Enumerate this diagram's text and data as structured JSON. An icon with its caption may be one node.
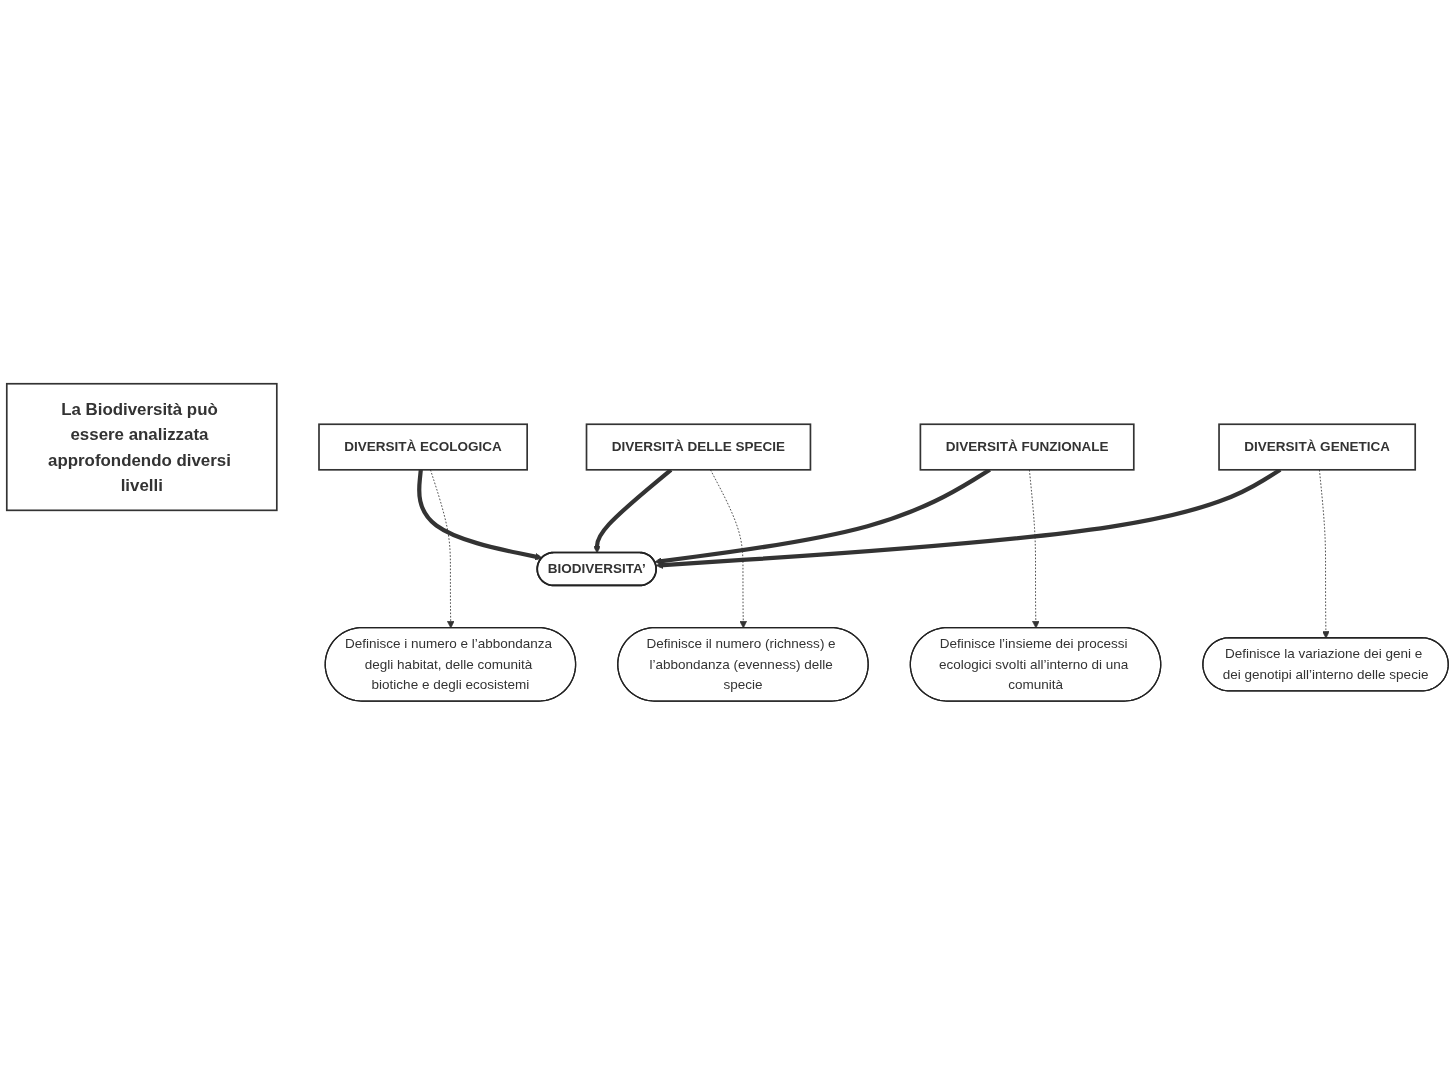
{
  "diagram": {
    "nodes": [
      {
        "text": [
          "La Biodiversità può essere analizzata approfondendo diversi livelli"
        ]
      },
      {
        "text": [
          "DIVERSITÀ ECOLOGICA"
        ]
      },
      {
        "text": [
          "DIVERSITÀ DELLE SPECIE"
        ]
      },
      {
        "text": [
          "DIVERSITÀ FUNZIONALE"
        ]
      },
      {
        "text": [
          "DIVERSITÀ GENETICA"
        ]
      },
      {
        "text": [
          "BIODIVERSITA’"
        ]
      },
      {
        "text": [
          "Definisce i numero e l’abbondanza degli habitat, delle comunità biotiche e degli ecosistemi"
        ]
      },
      {
        "text": [
          "Definisce la variazione dei geni e dei genotipi all’interno delle specie"
        ]
      },
      {
        "text": [
          "Definisce il numero (richness) e l’abbondanza (evenness) delle specie"
        ]
      },
      {
        "text": [
          "Definisce l’insieme dei processi ecologici svolti all’interno di una comunità"
        ]
      }
    ],
    "edges": [
      {
        "from": 1,
        "to": 5,
        "arrow": "to",
        "style": "thick"
      },
      {
        "from": 2,
        "to": 5,
        "arrow": "to",
        "style": "thick"
      },
      {
        "from": 3,
        "to": 5,
        "arrow": "to",
        "style": "thick"
      },
      {
        "from": 4,
        "to": 5,
        "arrow": "to",
        "style": "thick"
      },
      {
        "from": 1,
        "to": 6,
        "arrow": "to",
        "style": "dashed"
      },
      {
        "from": 2,
        "to": 8,
        "arrow": "to",
        "style": "dashed"
      },
      {
        "from": 3,
        "to": 9,
        "arrow": "to",
        "style": "dashed"
      },
      {
        "from": 4,
        "to": 7,
        "arrow": "to",
        "style": "dashed"
      }
    ]
  }
}
